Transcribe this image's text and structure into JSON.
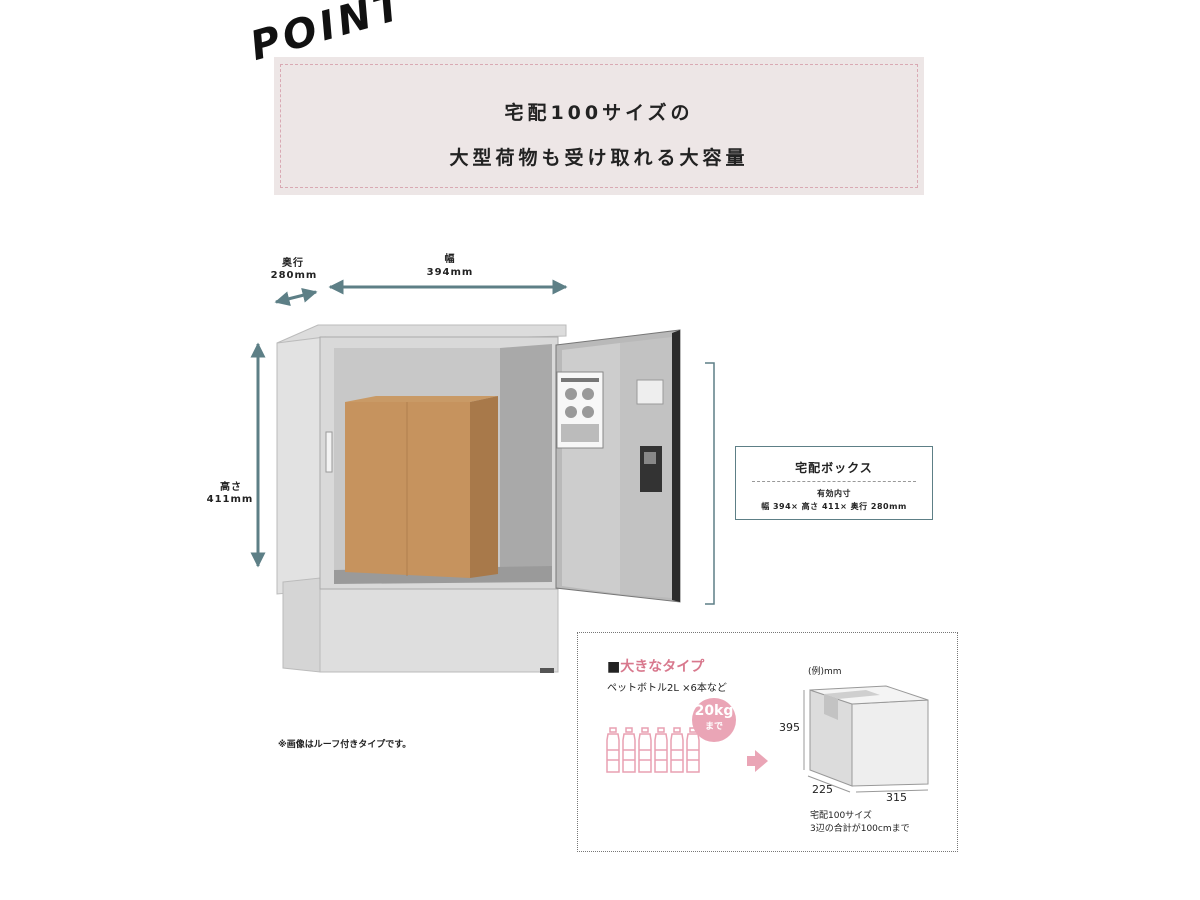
{
  "banner": {
    "point_label": "POINT",
    "line1": "宅配100サイズの",
    "line2": "大型荷物も受け取れる大容量"
  },
  "dimensions": {
    "depth_label": "奥行",
    "depth_value": "280mm",
    "width_label": "幅",
    "width_value": "394mm",
    "height_label": "高さ",
    "height_value": "411mm"
  },
  "box_info": {
    "title": "宅配ボックス",
    "inner_label": "有効内寸",
    "inner_dims": "幅 394× 高さ 411× 奥行 280mm"
  },
  "note": "※画像はルーフ付きタイプです。",
  "large_type": {
    "title_mark": "■",
    "title": "大きなタイプ",
    "subtitle": "ペットボトル2L ×6本など",
    "badge_weight": "20kg",
    "badge_suffix": "まで",
    "bottle_count": 6
  },
  "example_box": {
    "unit_label": "(例)mm",
    "height": "395",
    "depth": "225",
    "width": "315",
    "caption1": "宅配100サイズ",
    "caption2": "3辺の合計が100cmまで"
  },
  "colors": {
    "banner_bg": "#ede6e6",
    "teal_arrow": "#5d7f86",
    "pink": "#eaa5b6"
  }
}
